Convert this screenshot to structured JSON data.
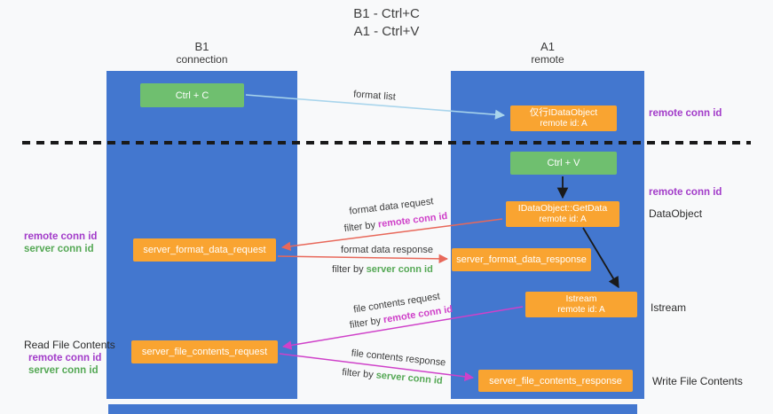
{
  "title": {
    "line1": "B1 - Ctrl+C",
    "line2": "A1 - Ctrl+V"
  },
  "columns": {
    "left": {
      "name": "B1",
      "role": "connection"
    },
    "right": {
      "name": "A1",
      "role": "remote"
    }
  },
  "boxes": {
    "ctrl_c": {
      "label": "Ctrl + C"
    },
    "ctrl_v": {
      "label": "Ctrl + V"
    },
    "idataobject_cache": {
      "line1": "仅行IDataObject",
      "line2": "remote id: A"
    },
    "getdata": {
      "line1": "IDataObject::GetData",
      "line2": "remote id: A"
    },
    "istream": {
      "line1": "Istream",
      "line2": "remote id: A"
    },
    "server_format_data_request": {
      "label": "server_format_data_request"
    },
    "server_format_data_response": {
      "label": "server_format_data_response"
    },
    "server_file_contents_request": {
      "label": "server_file_contents_request"
    },
    "server_file_contents_response": {
      "label": "server_file_contents_response"
    }
  },
  "arrow_labels": {
    "format_list": "format list",
    "format_data_request": "format data request",
    "format_data_response": "format data response",
    "file_contents_request": "file contents request",
    "file_contents_response": "file contents response",
    "filter_by": "filter by",
    "remote_conn_id": "remote conn id",
    "server_conn_id": "server conn id"
  },
  "side_labels": {
    "remote_conn_id_top_right": "remote conn id",
    "remote_conn_id_mid_right": "remote conn id",
    "dataobject": "DataObject",
    "istream": "Istream",
    "write_file_contents": "Write File Contents",
    "remote_conn_id_left_1": "remote conn id",
    "server_conn_id_left_1": "server conn id",
    "read_file_contents": "Read File Contents",
    "remote_conn_id_left_2": "remote conn id",
    "server_conn_id_left_2": "server conn id"
  },
  "colors": {
    "column_blue": "#4377cf",
    "box_green": "#6fbf6f",
    "box_orange": "#f9a431",
    "arrow_light_blue": "#a9d5ec",
    "arrow_red": "#e8685a",
    "arrow_magenta": "#cf41c9",
    "text_purple": "#a23bc9",
    "text_green": "#55a855"
  }
}
